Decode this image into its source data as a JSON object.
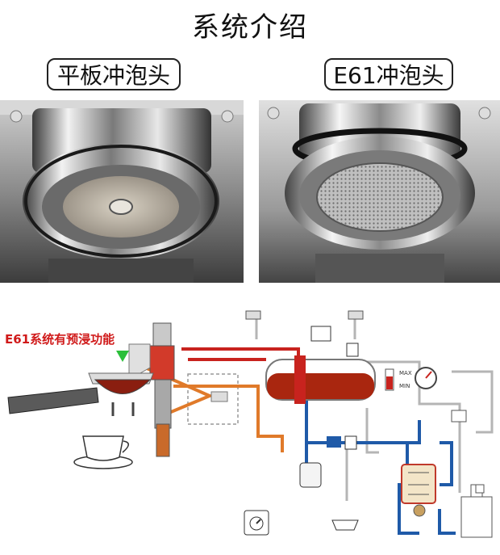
{
  "title": "系统介绍",
  "labels": {
    "flat_head": "平板冲泡头",
    "e61_head": "E61冲泡头"
  },
  "diagram": {
    "callout": "E61系统有预浸功能",
    "gauge_max": "MAX",
    "gauge_min": "MIN"
  }
}
